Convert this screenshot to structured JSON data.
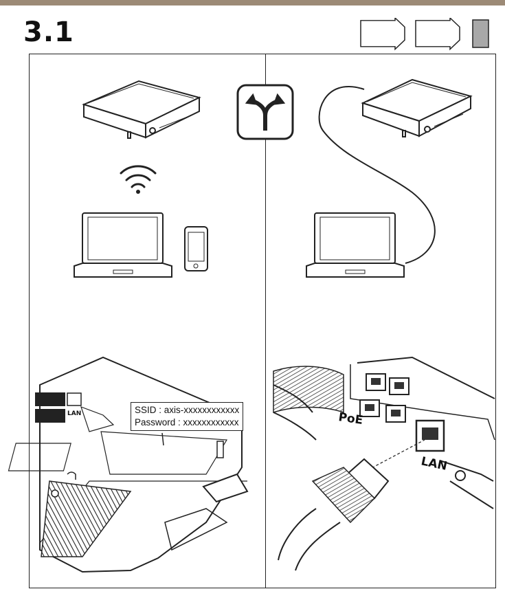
{
  "header": {
    "step_number": "3.1"
  },
  "progress": {
    "total_steps": 3,
    "current_step": 3
  },
  "options_icon": "split-arrow-icon",
  "left_panel": {
    "connection": "wifi-icon",
    "sticker": {
      "ssid_line": "SSID : axis-xxxxxxxxxxxx",
      "password_line": "Password : xxxxxxxxxxxx"
    },
    "port_label": "LAN"
  },
  "right_panel": {
    "connection": "ethernet-cable",
    "poe_label": "PoE",
    "lan_label": "LAN"
  }
}
